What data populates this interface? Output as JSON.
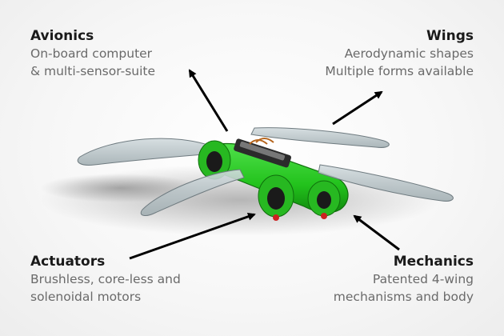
{
  "callouts": {
    "avionics": {
      "title": "Avionics",
      "lines": [
        "On-board computer",
        "& multi-sensor-suite"
      ]
    },
    "wings": {
      "title": "Wings",
      "lines": [
        "Aerodynamic shapes",
        "Multiple forms available"
      ]
    },
    "actuators": {
      "title": "Actuators",
      "lines": [
        "Brushless, core-less and",
        "solenoidal motors"
      ]
    },
    "mechanics": {
      "title": "Mechanics",
      "lines": [
        "Patented 4-wing",
        "mechanisms and body"
      ]
    }
  },
  "colors": {
    "body_green": "#22c21c",
    "body_green_dark": "#128a10",
    "wing_fill": "#b9c4c8",
    "wing_edge": "#6f7b80",
    "arrow": "#000000"
  }
}
